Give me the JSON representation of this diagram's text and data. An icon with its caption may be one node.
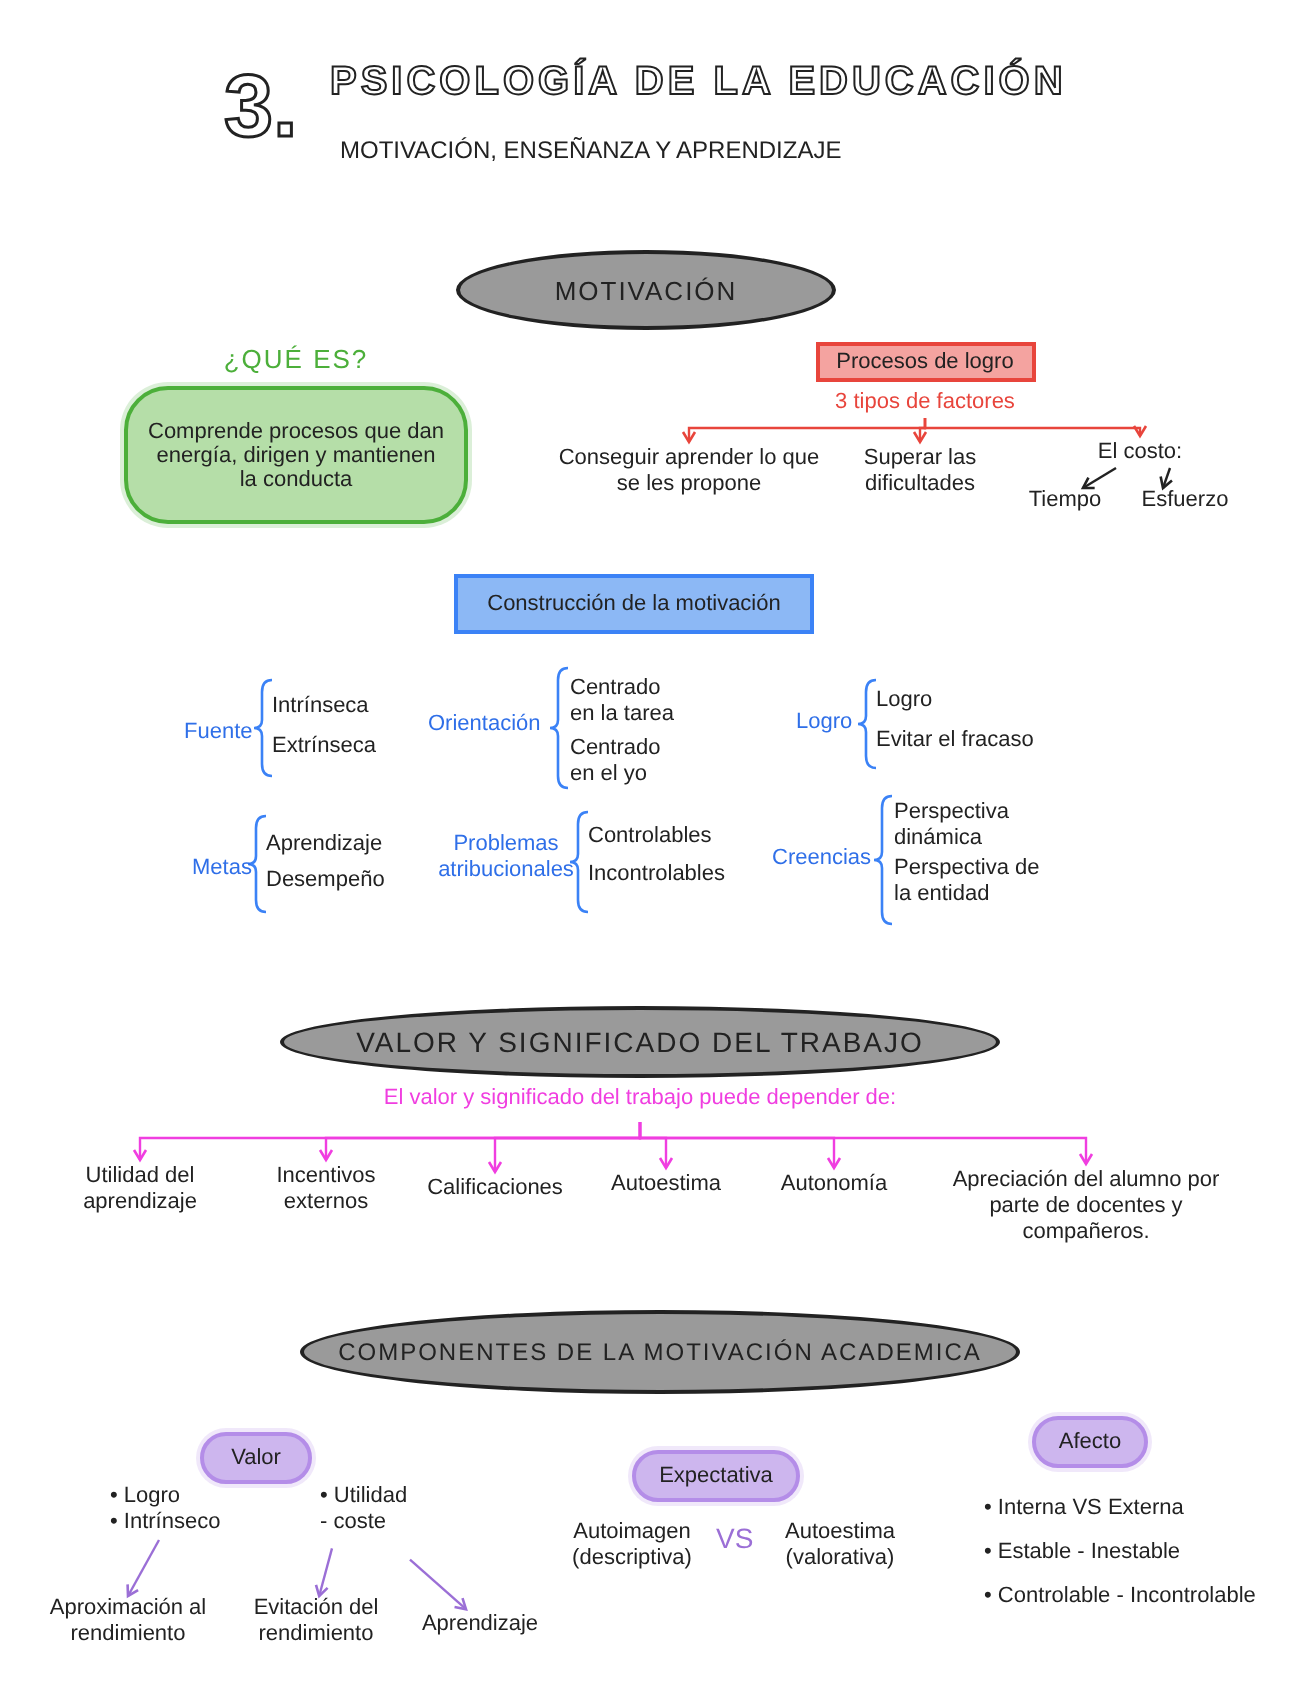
{
  "diagram": {
    "title": "PSICOLOGÍA DE LA EDUCACIÓN",
    "nodes": [
      {
        "text": [
          "MOTIVACIÓN"
        ]
      },
      {
        "text": [
          "¿QUÉ ES?",
          "Comprende procesos que dan energía, dirigen y mantienen la conducta"
        ]
      },
      {
        "text": [
          "Procesos de logro"
        ],
        "beside": [
          "3 tipos de factores"
        ]
      },
      {
        "text": [
          "Conseguir aprender lo que se les propone"
        ]
      },
      {
        "text": [
          "Superar las dificultades"
        ]
      },
      {
        "text": [
          "El costo:"
        ]
      },
      {
        "text": [
          "Tiempo"
        ]
      },
      {
        "text": [
          "Esfuerzo"
        ]
      },
      {
        "text": [
          "Construcción de la motivación"
        ]
      },
      {
        "text": [
          "VALOR Y SIGNIFICADO DEL TRABAJO"
        ],
        "beside": [
          "El valor y significado del trabajo puede depender de:"
        ]
      },
      {
        "text": [
          "Utilidad del aprendizaje"
        ]
      },
      {
        "text": [
          "Incentivos externos"
        ]
      },
      {
        "text": [
          "Calificaciones"
        ]
      },
      {
        "text": [
          "Autoestima"
        ]
      },
      {
        "text": [
          "Autonomía"
        ]
      },
      {
        "text": [
          "Apreciación del alumno por parte de docentes y compañeros."
        ]
      },
      {
        "text": [
          "COMPONENTES DE LA MOTIVACIÓN ACADEMICA"
        ]
      },
      {
        "text": [
          "Valor"
        ]
      },
      {
        "text": [
          "Expectativa"
        ]
      },
      {
        "text": [
          "Afecto"
        ]
      },
      {
        "text": [
          "• Logro",
          "• Intrínseco"
        ]
      },
      {
        "text": [
          "• Utilidad",
          "- coste"
        ]
      },
      {
        "text": [
          "Aproximación al rendimiento"
        ]
      },
      {
        "text": [
          "Evitación del rendimiento"
        ]
      },
      {
        "text": [
          "Aprendizaje"
        ]
      }
    ],
    "edges": [
      {
        "from": 2,
        "to": 3,
        "arrow": "to",
        "color": "#e8453c"
      },
      {
        "from": 2,
        "to": 4,
        "arrow": "to",
        "color": "#e8453c"
      },
      {
        "from": 2,
        "to": 5,
        "arrow": "to",
        "color": "#e8453c"
      },
      {
        "from": 5,
        "to": 6,
        "arrow": "to",
        "color": "#222222"
      },
      {
        "from": 5,
        "to": 7,
        "arrow": "to",
        "color": "#222222"
      },
      {
        "from": 9,
        "to": 10,
        "arrow": "to"
      },
      {
        "from": 9,
        "to": 11,
        "arrow": "to"
      },
      {
        "from": 9,
        "to": 12,
        "arrow": "to"
      },
      {
        "from": 9,
        "to": 13,
        "arrow": "to"
      },
      {
        "from": 9,
        "to": 14,
        "arrow": "to"
      },
      {
        "from": 9,
        "to": 15,
        "arrow": "to"
      },
      {
        "from": 20,
        "to": 22,
        "arrow": "to",
        "color": "#9b6fd6"
      },
      {
        "from": 21,
        "to": 23,
        "arrow": "to",
        "color": "#9b6fd6"
      },
      {
        "from": 21,
        "to": 24,
        "arrow": "to",
        "color": "#9b6fd6"
      }
    ],
    "labels": [
      "3.",
      "MOTIVACIÓN, ENSEÑANZA Y APRENDIZAJE",
      "Fuente",
      "Intrínseca",
      "Extrínseca",
      "Orientación",
      "Centrado en la tarea",
      "Centrado en el yo",
      "Logro",
      "Logro",
      "Evitar el fracaso",
      "Metas",
      "Aprendizaje",
      "Desempeño",
      "Problemas atribucionales",
      "Controlables",
      "Incontrolables",
      "Creencias",
      "Perspectiva dinámica",
      "Perspectiva de la entidad",
      "Autoimagen (descriptiva)",
      "VS",
      "Autoestima (valorativa)",
      "• Interna VS Externa",
      "• Estable - Inestable",
      "• Controlable - Incontrolable"
    ]
  }
}
